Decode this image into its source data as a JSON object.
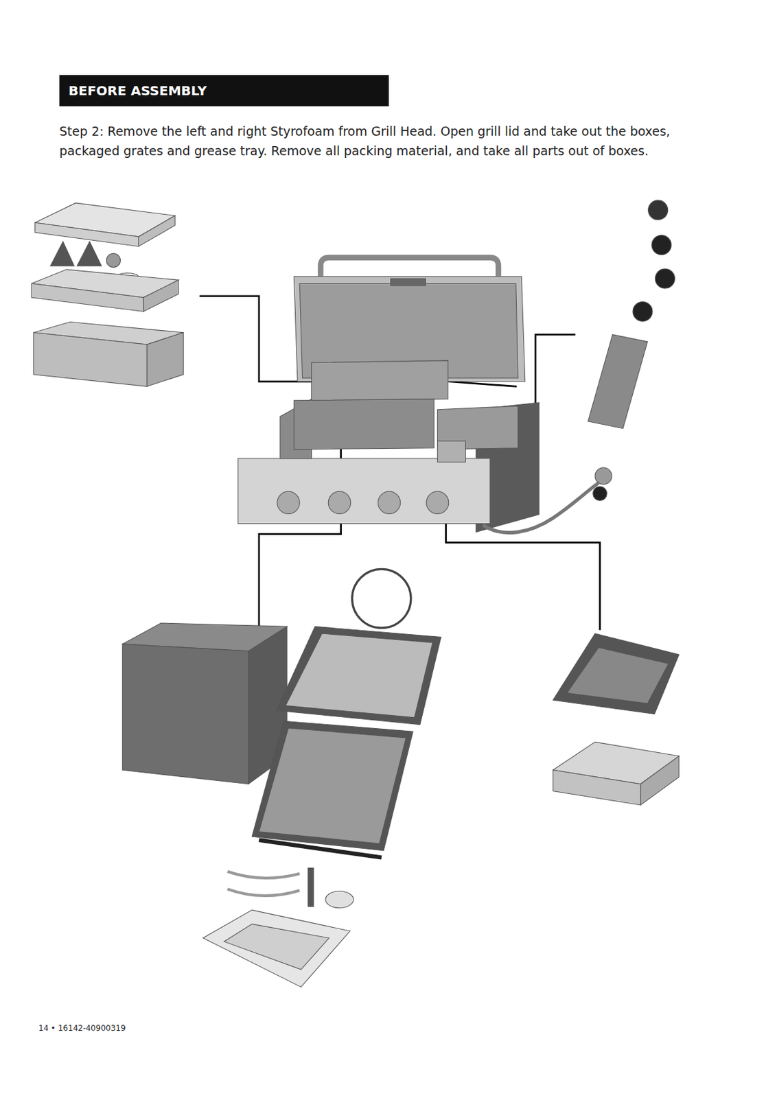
{
  "diagram": {
    "title": "BEFORE ASSEMBLY",
    "labels": [
      "Step 2: Remove the left and right Styrofoam from Grill Head. Open grill lid and take out the boxes, packaged grates and grease tray. Remove all packing material, and take all parts out of boxes.",
      "14 • 16142-40900319"
    ]
  }
}
